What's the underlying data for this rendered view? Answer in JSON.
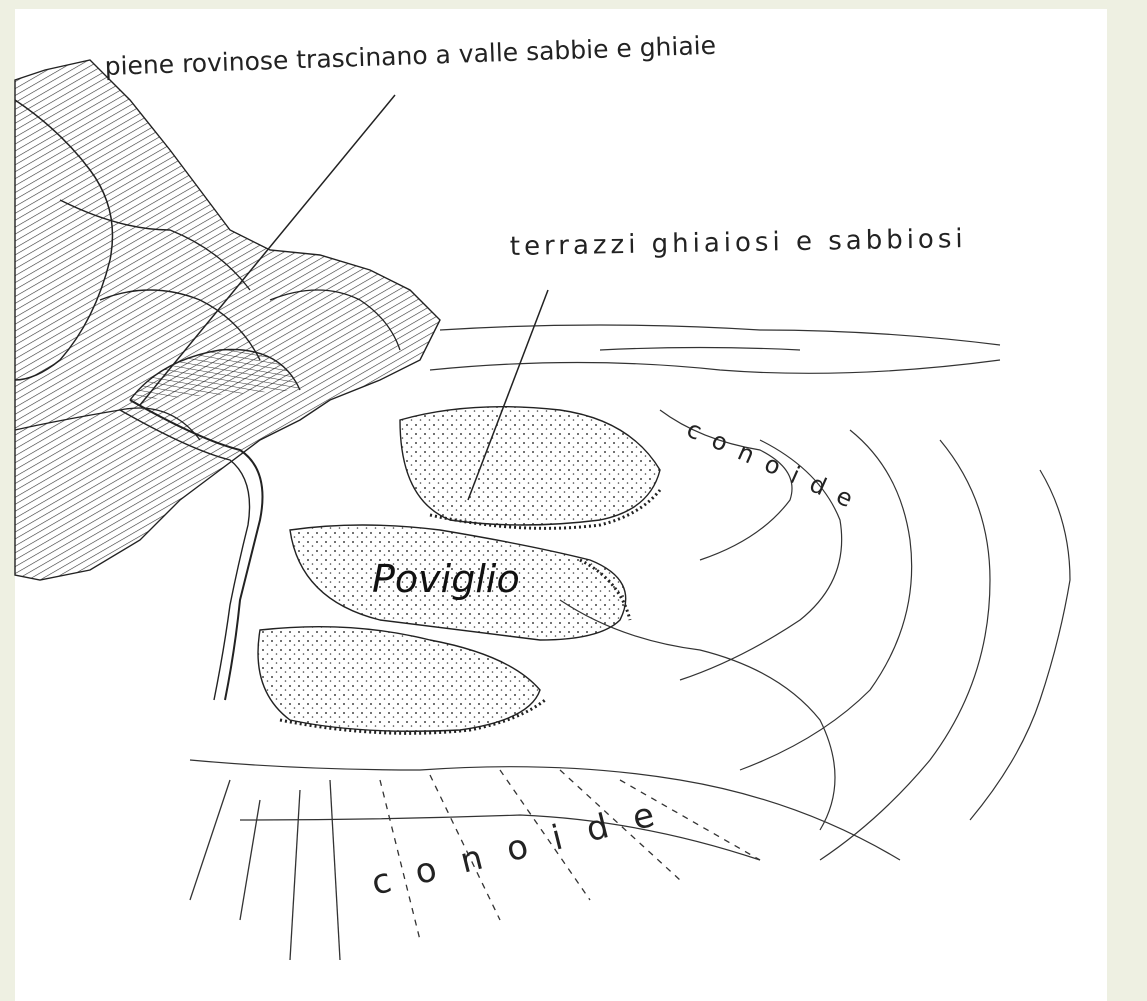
{
  "diagram": {
    "labels": {
      "floods": "piene rovinose trascinano a valle sabbie e ghiaie",
      "terraces": "terrazzi ghiaiosi e sabbiosi",
      "site": "Poviglio",
      "conoide_upper": "conoide",
      "conoide_lower": "conoide"
    }
  },
  "colors": {
    "background": "#eef0e2",
    "paper": "#ffffff",
    "ink": "#222222"
  }
}
